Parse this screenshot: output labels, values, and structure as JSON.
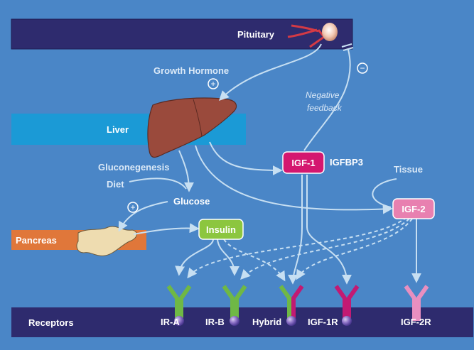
{
  "bands": {
    "pituitary": "Pituitary",
    "liver": "Liver",
    "pancreas": "Pancreas",
    "receptors": "Receptors"
  },
  "labels": {
    "growth_hormone": "Growth Hormone",
    "plus_sign": "+",
    "minus_sign": "−",
    "negative_feedback_line1": "Negative",
    "negative_feedback_line2": "feedback",
    "gluconeogenesis": "Gluconegenesis",
    "diet": "Diet",
    "glucose": "Glucose",
    "tissue": "Tissue",
    "igfbp3": "IGFBP3"
  },
  "hormones": {
    "igf1": "IGF-1",
    "igf2": "IGF-2",
    "insulin": "Insulin"
  },
  "receptors": [
    {
      "name": "IR-A"
    },
    {
      "name": "IR-B"
    },
    {
      "name": "Hybrid"
    },
    {
      "name": "IGF-1R"
    },
    {
      "name": "IGF-2R"
    }
  ],
  "colors": {
    "background": "#4a86c7",
    "dark_band": "#2e2b6e",
    "liver_band": "#1b9ad6",
    "pancreas_band": "#e0773a",
    "arrow": "#c7dff2",
    "igf1_fill": "#d4176f",
    "igf2_fill": "#e880b0",
    "insulin_fill": "#8cc63f",
    "receptor_green": "#6fb845",
    "receptor_magenta": "#c21a73",
    "receptor_pink": "#e88fc0",
    "ball_purple": "#8a6fc4"
  }
}
